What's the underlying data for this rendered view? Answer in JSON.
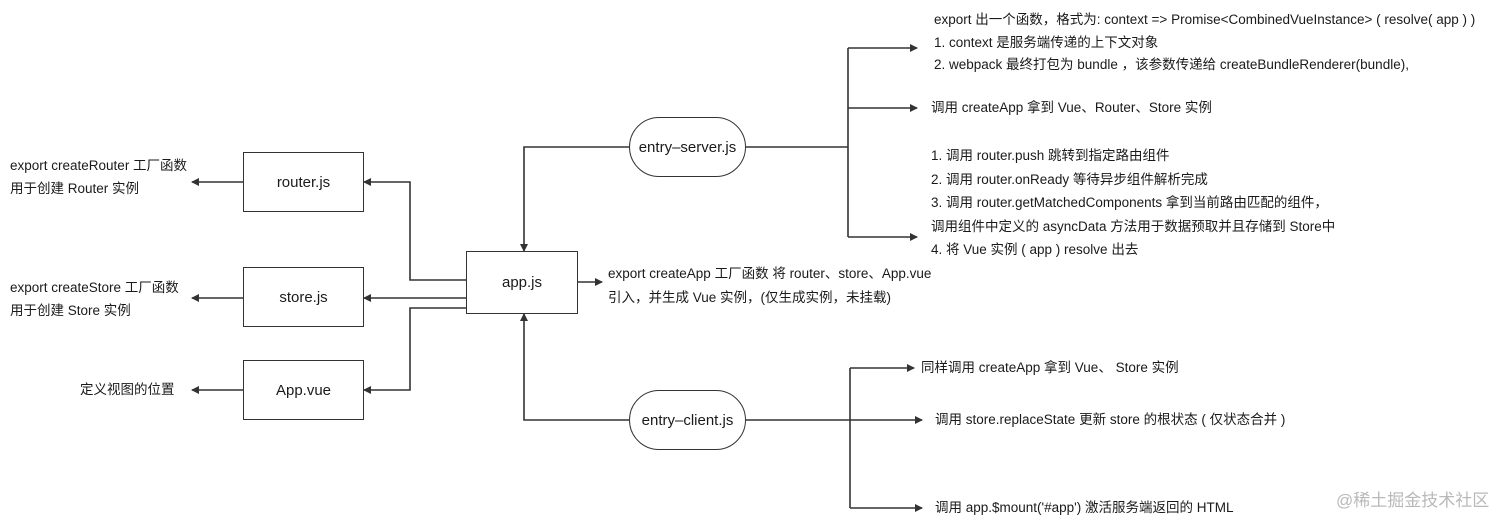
{
  "nodes": {
    "app": "app.js",
    "router": "router.js",
    "store": "store.js",
    "appvue": "App.vue",
    "server": "entry–server.js",
    "client": "entry–client.js"
  },
  "notes": {
    "router": [
      "export createRouter 工厂函数",
      "用于创建 Router 实例"
    ],
    "store": [
      "export createStore 工厂函数",
      "用于创建 Store 实例"
    ],
    "appvue": "定义视图的位置",
    "app": [
      "export  createApp 工厂函数 将 router、store、App.vue",
      "引入，并生成 Vue 实例，(仅生成实例，未挂载)"
    ],
    "server_export": [
      "export 出一个函数，格式为: context => Promise<CombinedVueInstance> ( resolve( app ) )",
      "1.  context 是服务端传递的上下文对象",
      "2.  webpack 最终打包为 bundle ，该参数传递给 createBundleRenderer(bundle),"
    ],
    "server_create": "调用 createApp 拿到 Vue、Router、Store 实例",
    "server_steps": [
      "1. 调用 router.push 跳转到指定路由组件",
      "2. 调用 router.onReady 等待异步组件解析完成",
      "3. 调用 router.getMatchedComponents 拿到当前路由匹配的组件，",
      "调用组件中定义的 asyncData 方法用于数据预取并且存储到 Store中",
      "4. 将 Vue 实例 ( app ) resolve 出去"
    ],
    "client_create": "同样调用 createApp 拿到 Vue、 Store 实例",
    "client_replace": "调用 store.replaceState 更新 store 的根状态 ( 仅状态合并 )",
    "client_mount": "调用 app.$mount('#app') 激活服务端返回的 HTML"
  },
  "watermark": "@稀土掘金技术社区"
}
